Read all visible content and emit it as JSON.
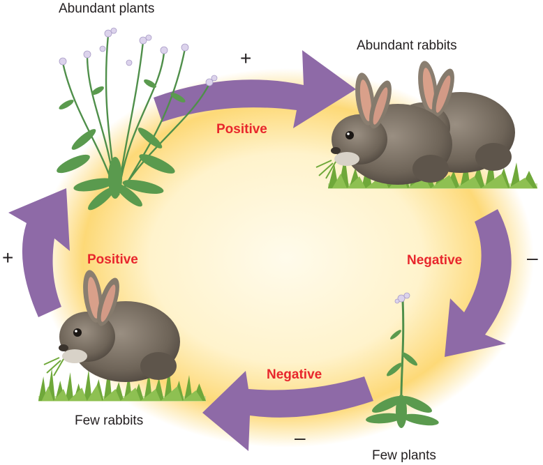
{
  "diagram": {
    "nodes": {
      "abundant_plants": "Abundant plants",
      "abundant_rabbits": "Abundant rabbits",
      "few_plants": "Few plants",
      "few_rabbits": "Few rabbits"
    },
    "arrows": {
      "top": {
        "label": "Positive",
        "sign": "+"
      },
      "right": {
        "label": "Negative",
        "sign": "–"
      },
      "bottom": {
        "label": "Negative",
        "sign": "–"
      },
      "left": {
        "label": "Positive",
        "sign": "+"
      }
    }
  },
  "colors": {
    "arrow": "#8e6aa7",
    "glow_center": "#fffbe8",
    "glow_edge": "#fcd46a",
    "label_red": "#e8262c",
    "text": "#231f20",
    "rabbit_fur": "#7a6f62",
    "ear_inner": "#d9a08a",
    "grass": "#6fa83a",
    "leaf": "#4f8f4a",
    "flower": "#dcd3ec"
  },
  "icons": [
    "plant-icon",
    "rabbit-icon",
    "grass-icon"
  ]
}
